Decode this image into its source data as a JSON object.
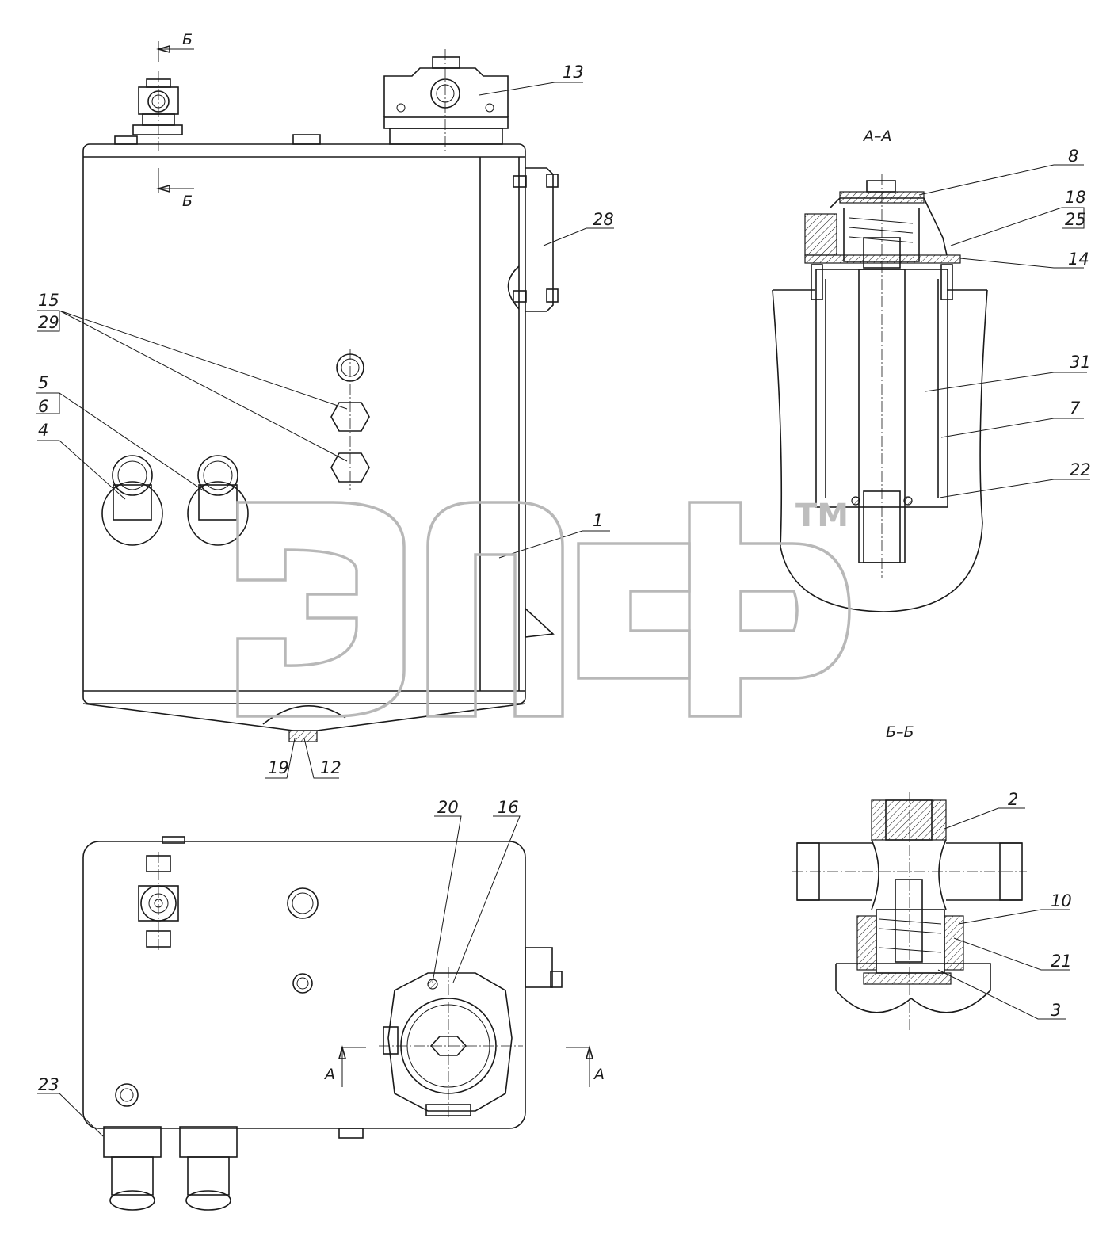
{
  "callouts": {
    "c13": "13",
    "c8": "8",
    "c18": "18",
    "c25": "25",
    "c14": "14",
    "c28": "28",
    "c15": "15",
    "c29": "29",
    "c5": "5",
    "c6": "6",
    "c4": "4",
    "c31": "31",
    "c7": "7",
    "c22": "22",
    "c1": "1",
    "c19": "19",
    "c12": "12",
    "c20": "20",
    "c16": "16",
    "c2": "2",
    "c10": "10",
    "c21": "21",
    "c3": "3",
    "c23": "23"
  },
  "sections": {
    "aa_title": "А–А",
    "bb_title": "Б–Б",
    "b_mark_top": "Б",
    "b_mark_bottom": "Б",
    "a_mark_left": "А",
    "a_mark_right": "А"
  },
  "watermark": {
    "trademark": "TM"
  },
  "colors": {
    "line": "#1a1a1a",
    "watermark": "#b8b8b8"
  }
}
